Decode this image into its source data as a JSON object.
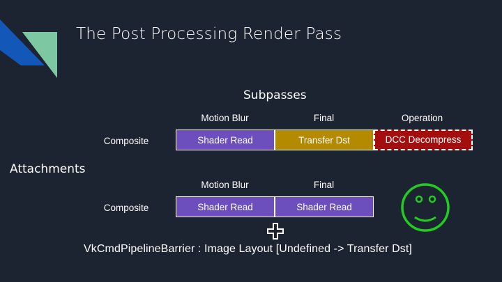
{
  "slide": {
    "title": "The Post Processing Render Pass",
    "subpasses_heading": "Subpasses",
    "attachments_heading": "Attachments",
    "barrier_text": "VkCmdPipelineBarrier : Image Layout [Undefined -> Transfer Dst]"
  },
  "top_table": {
    "headers": [
      "Motion Blur",
      "Final",
      "Operation"
    ],
    "row_label": "Composite",
    "cells": [
      "Shader Read",
      "Transfer Dst",
      "DCC Decompress"
    ]
  },
  "bottom_table": {
    "headers": [
      "Motion Blur",
      "Final"
    ],
    "row_label": "Composite",
    "cells": [
      "Shader Read",
      "Shader Read"
    ]
  },
  "icons": {
    "plus": "plus-icon",
    "smiley": "smiley-face-icon"
  },
  "colors": {
    "background": "#1c2331",
    "purple": "#6c4fbd",
    "gold": "#b38a00",
    "red": "#a30e0e",
    "smiley_green": "#22cc22",
    "deco_blue": "#1357b8",
    "deco_mint": "#7dc8a3"
  }
}
